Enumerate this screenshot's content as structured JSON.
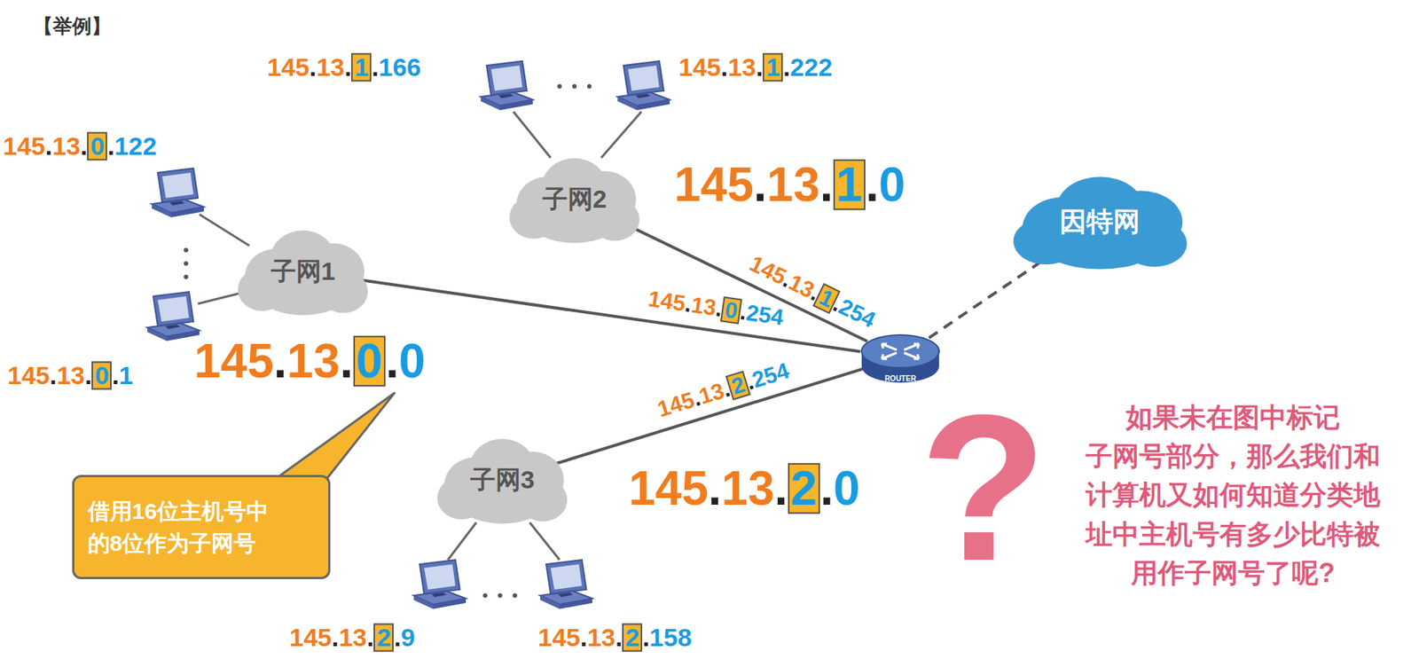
{
  "diagram": {
    "nodes": [
      {
        "text": [
          "子网2"
        ]
      },
      {
        "text": [
          "因特网"
        ]
      },
      {
        "text": [
          "子网1"
        ]
      },
      {
        "text": [
          "ROUTER"
        ]
      },
      {
        "text": [
          "借用16位主机号中 的8位作为子网号"
        ]
      },
      {
        "text": [
          "子网3"
        ]
      }
    ],
    "edges": [
      {
        "from": 2,
        "to": 3,
        "arrow": "none",
        "label": "145.13.0.254"
      },
      {
        "from": 0,
        "to": 3,
        "arrow": "none",
        "label": "145.13.1.254"
      },
      {
        "from": 5,
        "to": 3,
        "arrow": "none",
        "label": "145.13.2.254"
      },
      {
        "from": 3,
        "to": 1,
        "arrow": "none"
      }
    ],
    "labels": [
      "【举例】",
      "145.13.1.166",
      "145.13.1.222",
      "145.13.0.122",
      "145.13.1.0",
      "145.13.0.1",
      "145.13.0.0",
      "?",
      "如果未在图中标记 子网号部分，那么我们和 计算机又如何知道分类地 址中主机号有多少比特被 用作子网号了呢?",
      "145.13.2.0",
      "145.13.2.9",
      "145.13.2.158"
    ]
  }
}
